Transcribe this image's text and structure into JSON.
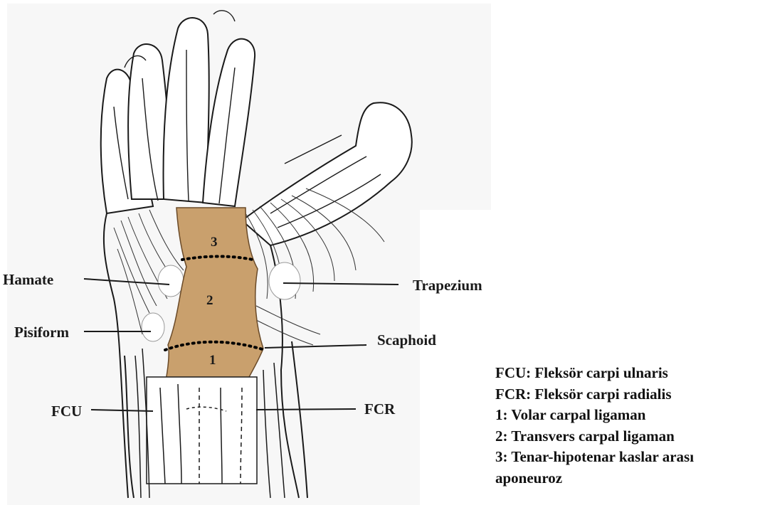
{
  "labels": {
    "hamate": "Hamate",
    "pisiform": "Pisiform",
    "fcu": "FCU",
    "trapezium": "Trapezium",
    "scaphoid": "Scaphoid",
    "fcr": "FCR"
  },
  "zones": {
    "zone1": "1",
    "zone2": "2",
    "zone3": "3"
  },
  "legend": [
    "FCU: Fleksör carpi ulnaris",
    "FCR: Fleksör carpi radialis",
    "1: Volar carpal ligaman",
    "2: Transvers carpal ligaman",
    "3: Tenar-hipotenar kaslar arası",
    "aponeuroz"
  ],
  "colors": {
    "ligament_fill": "#c9a06d",
    "line": "#1a1a1a",
    "background": "#ffffff"
  }
}
